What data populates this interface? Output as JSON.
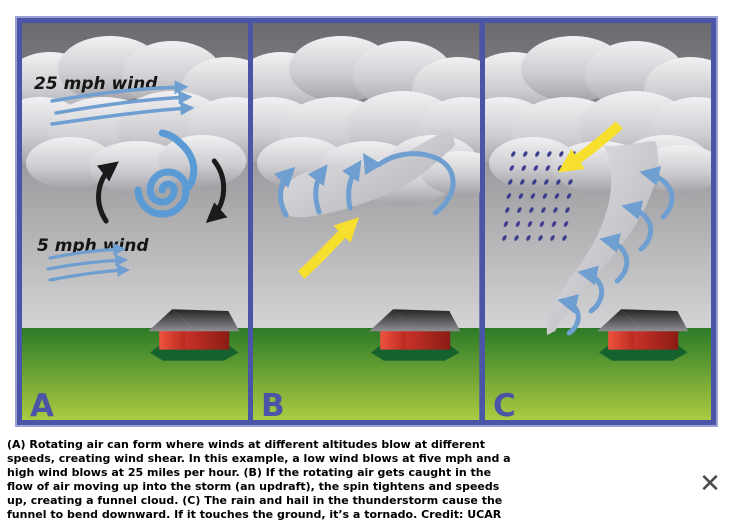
{
  "figure": {
    "description": "Three-panel tornado formation diagram",
    "panels": [
      {
        "letter": "A",
        "high_wind_label": "25 mph wind",
        "low_wind_label": "5 mph wind"
      },
      {
        "letter": "B"
      },
      {
        "letter": "C"
      }
    ],
    "colors": {
      "border": "#4a55a8",
      "wind_arrow_blue": "#6f9ed0",
      "spiral_blue": "#5b9bd5",
      "updraft_yellow": "#f6df2d",
      "rain_blue": "#3b3b8d",
      "house_red": "#d93a30",
      "ground_green": "#abcb41",
      "rotation_arrow_black": "#1b1b1b"
    }
  },
  "caption": {
    "text": "(A) Rotating air can form where winds at different altitudes blow at different speeds, creating wind shear. In this example, a low wind blows at five mph and a high wind blows at 25 miles per hour. (B) If the rotating air gets caught in the flow of air moving up into the storm (an updraft), the spin tightens and speeds up, creating a funnel cloud. (C) The rain and hail in the thunderstorm cause the funnel to bend downward. If it touches the ground, it’s a tornado. Credit: UCAR"
  },
  "close_button": {
    "glyph": "✕"
  }
}
